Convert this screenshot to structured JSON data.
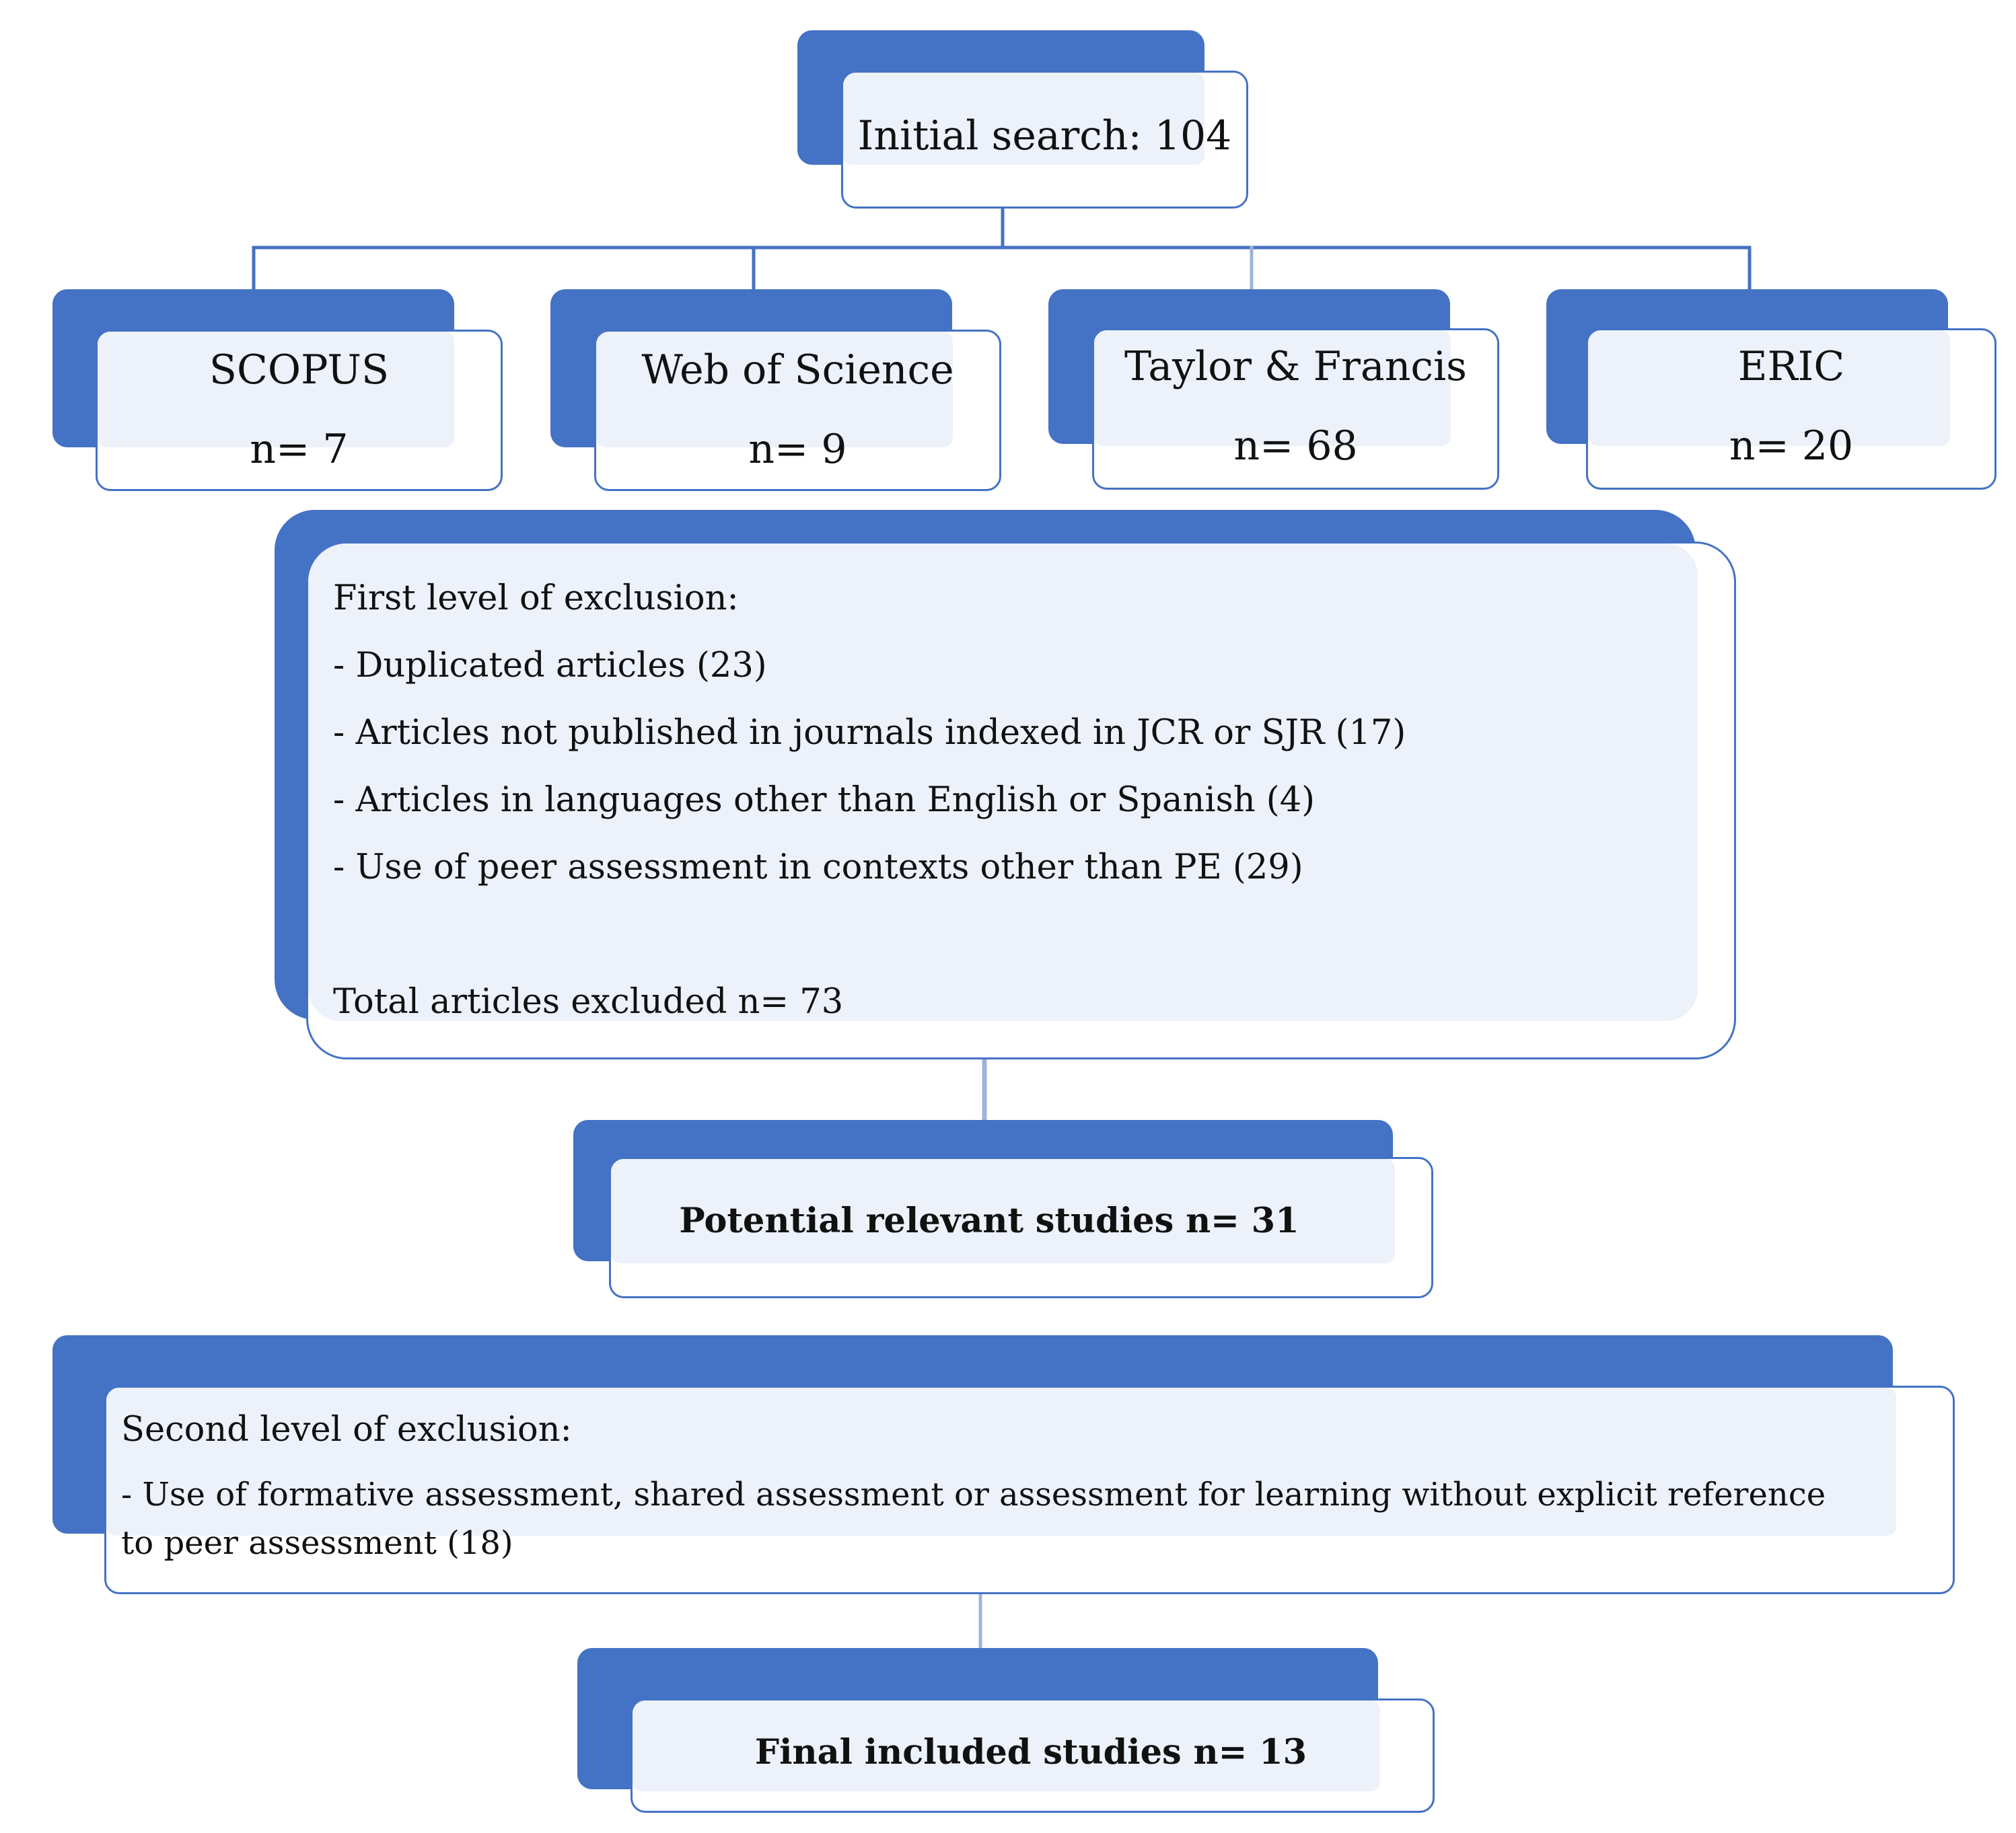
{
  "colors": {
    "accent": "#4472c4",
    "box_fill": "#ffffff",
    "box_tint": "#edf1fa",
    "connector": "#4472c4",
    "connector_light": "#9fb3d8"
  },
  "initial_search": {
    "label": "Initial search: 104"
  },
  "databases": [
    {
      "name": "SCOPUS",
      "count": "n= 7"
    },
    {
      "name": "Web of Science",
      "count": "n= 9"
    },
    {
      "name": "Taylor & Francis",
      "count": "n= 68"
    },
    {
      "name": "ERIC",
      "count": "n= 20"
    }
  ],
  "first_exclusion": {
    "heading": "First level of exclusion:",
    "items": [
      "- Duplicated articles (23)",
      "- Articles not published in journals indexed in JCR or SJR (17)",
      "- Articles in languages other than English or Spanish (4)",
      "- Use of peer assessment in contexts other than PE (29)"
    ],
    "total": "Total articles excluded n= 73"
  },
  "potential_studies": {
    "label": "Potential relevant studies n= 31"
  },
  "second_exclusion": {
    "heading": "Second level of exclusion:",
    "items": [
      "- Use of formative assessment, shared assessment or assessment for learning without explicit reference",
      "to peer assessment (18)"
    ]
  },
  "final_studies": {
    "label": "Final included studies n= 13"
  }
}
